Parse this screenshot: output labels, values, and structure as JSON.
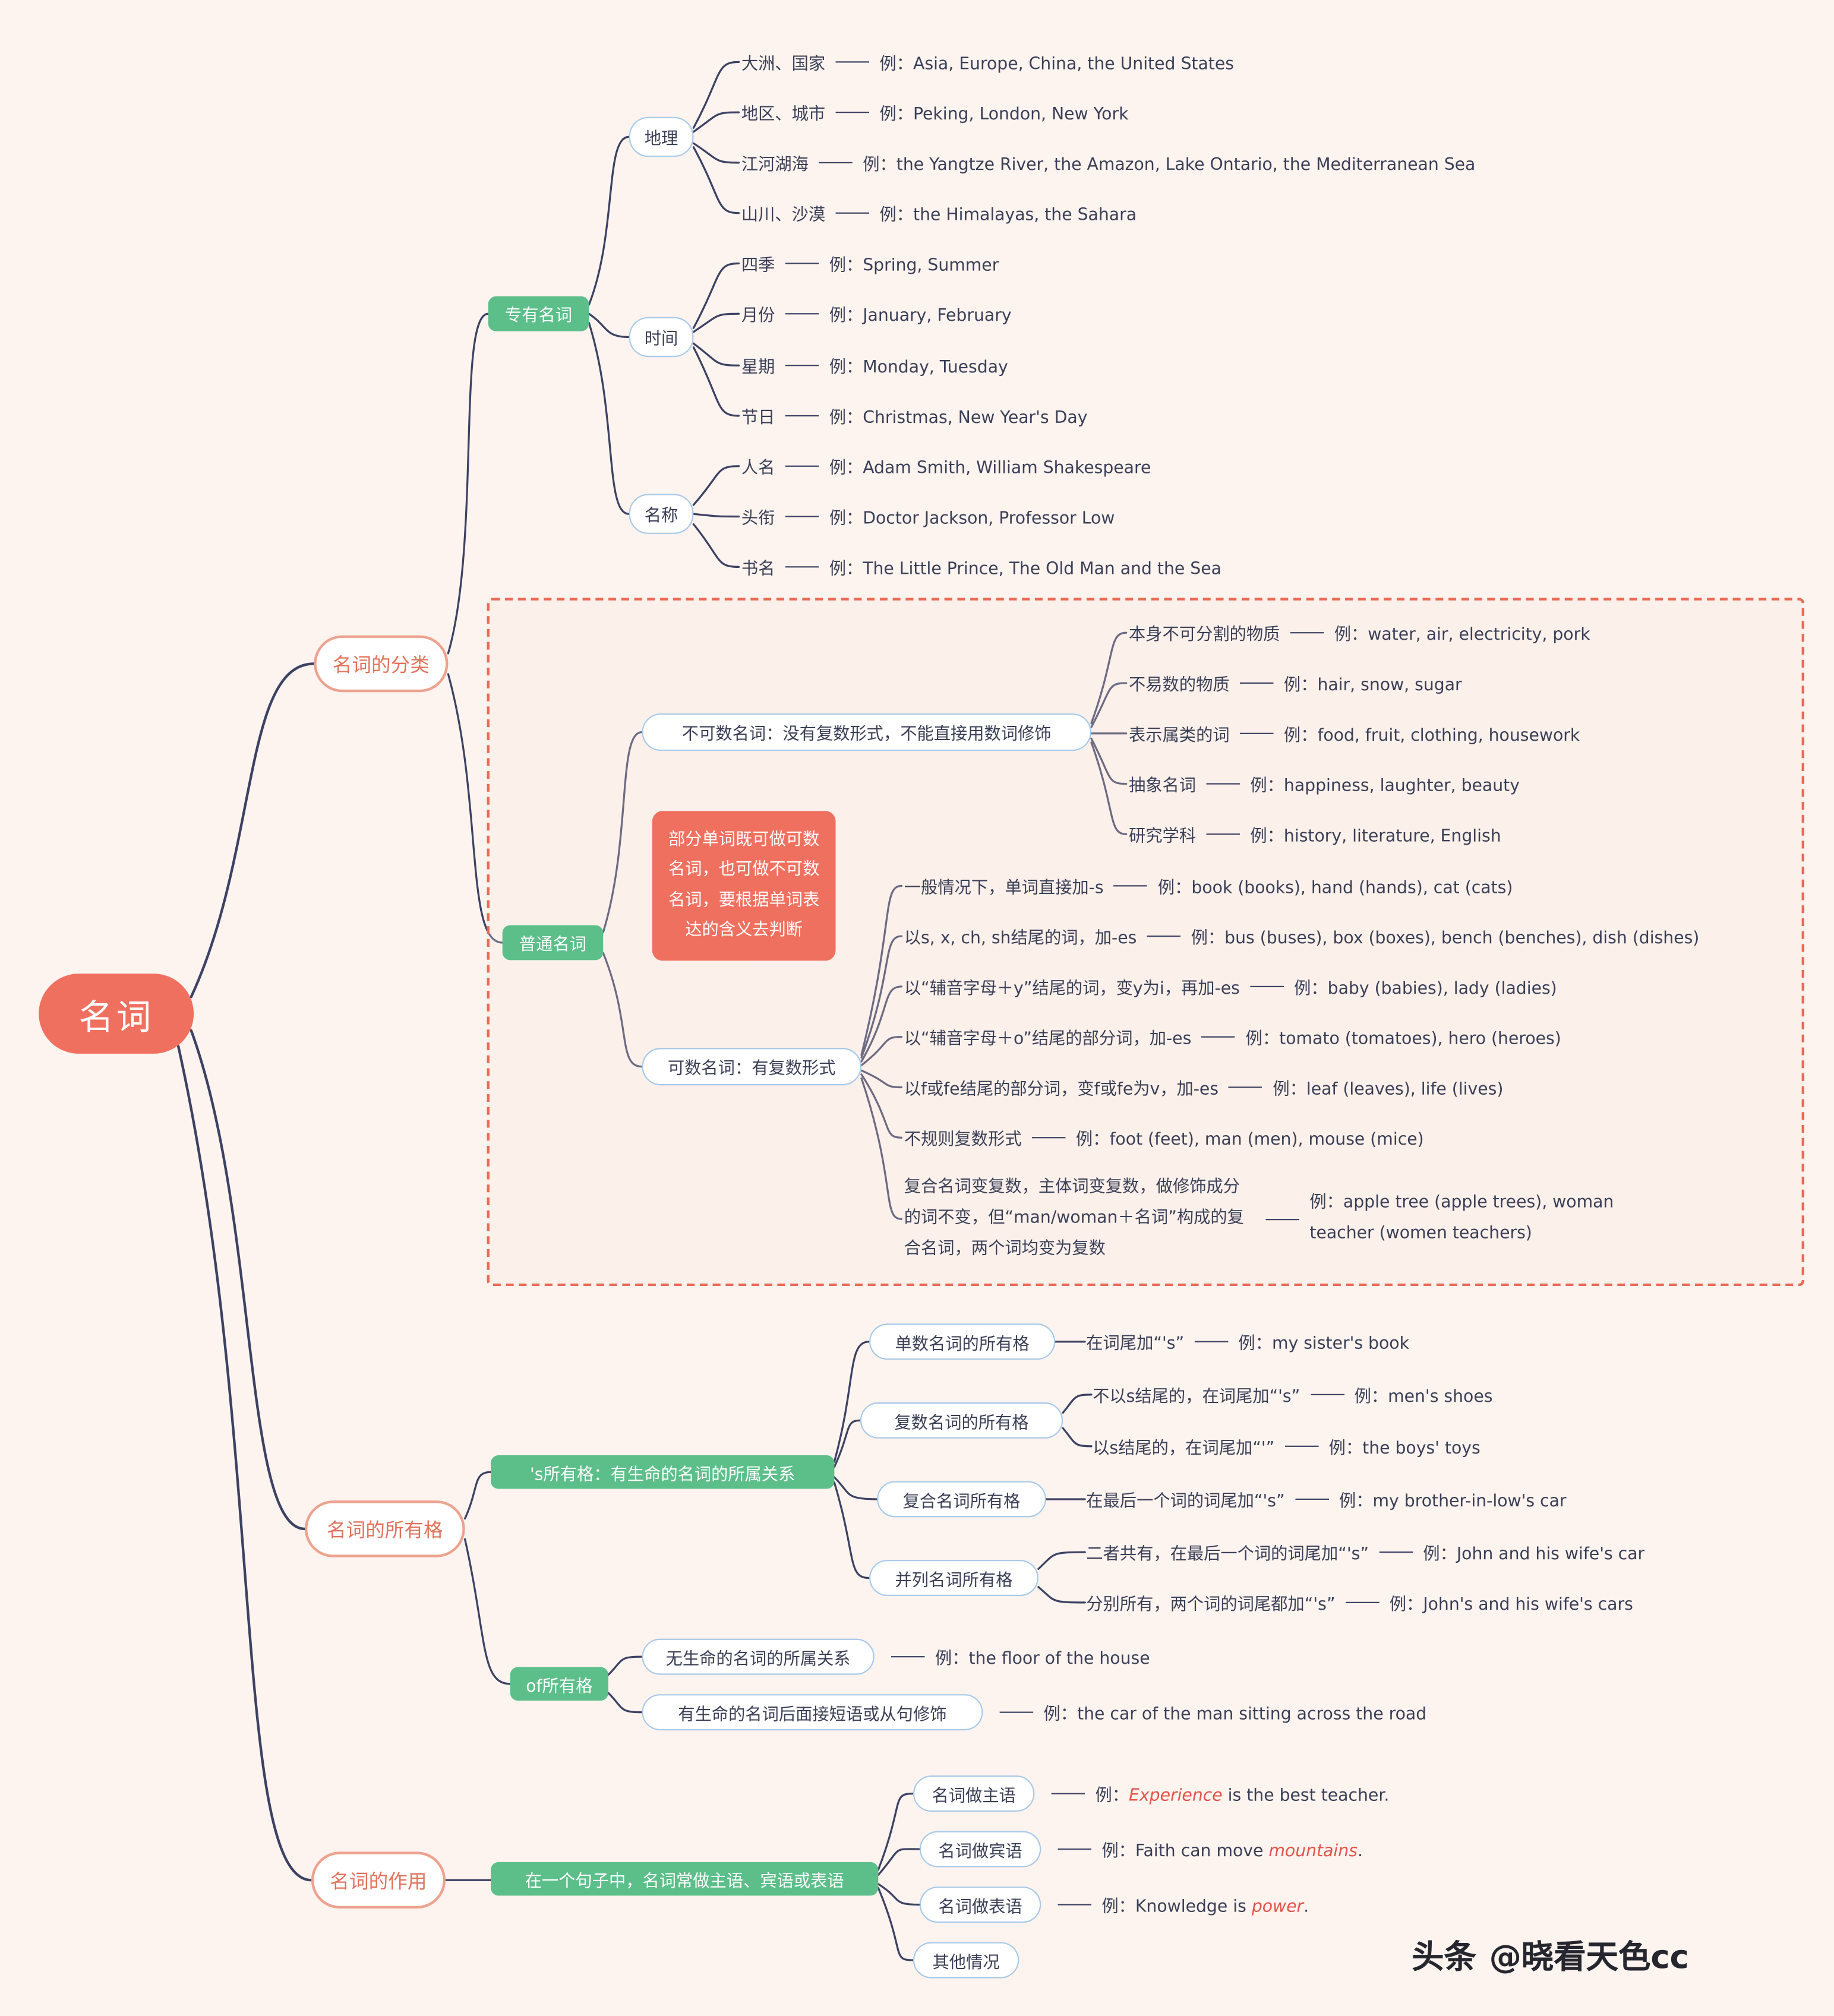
{
  "root": {
    "label": "名词"
  },
  "classification": {
    "label": "名词的分类",
    "proper": {
      "label": "专有名词",
      "groups": [
        {
          "label": "地理",
          "items": [
            {
              "label": "大洲、国家",
              "example": "例：Asia, Europe, China, the United States"
            },
            {
              "label": "地区、城市",
              "example": "例：Peking, London, New York"
            },
            {
              "label": "江河湖海",
              "example": "例：the Yangtze River, the Amazon, Lake Ontario, the Mediterranean Sea"
            },
            {
              "label": "山川、沙漠",
              "example": "例：the Himalayas, the Sahara"
            }
          ]
        },
        {
          "label": "时间",
          "items": [
            {
              "label": "四季",
              "example": "例：Spring, Summer"
            },
            {
              "label": "月份",
              "example": "例：January, February"
            },
            {
              "label": "星期",
              "example": "例：Monday, Tuesday"
            },
            {
              "label": "节日",
              "example": "例：Christmas, New Year's Day"
            }
          ]
        },
        {
          "label": "名称",
          "items": [
            {
              "label": "人名",
              "example": "例：Adam Smith, William Shakespeare"
            },
            {
              "label": "头衔",
              "example": "例：Doctor Jackson, Professor Low"
            },
            {
              "label": "书名",
              "example": "例：The Little Prince, The Old Man and the Sea"
            }
          ]
        }
      ]
    },
    "common": {
      "label": "普通名词",
      "note": "部分单词既可做可数名词，也可做不可数名词，要根据单词表达的含义去判断",
      "uncountable": {
        "label": "不可数名词：没有复数形式，不能直接用数词修饰",
        "items": [
          {
            "label": "本身不可分割的物质",
            "example": "例：water, air, electricity, pork"
          },
          {
            "label": "不易数的物质",
            "example": "例：hair, snow, sugar"
          },
          {
            "label": "表示属类的词",
            "example": "例：food, fruit, clothing, housework"
          },
          {
            "label": "抽象名词",
            "example": "例：happiness, laughter, beauty"
          },
          {
            "label": "研究学科",
            "example": "例：history, literature, English"
          }
        ]
      },
      "countable": {
        "label": "可数名词：有复数形式",
        "items": [
          {
            "label": "一般情况下，单词直接加-s",
            "example": "例：book (books), hand (hands), cat (cats)"
          },
          {
            "label": "以s, x, ch, sh结尾的词，加-es",
            "example": "例：bus (buses), box (boxes), bench (benches), dish (dishes)"
          },
          {
            "label": "以“辅音字母＋y”结尾的词，变y为i，再加-es",
            "example": "例：baby (babies), lady (ladies)"
          },
          {
            "label": "以“辅音字母＋o”结尾的部分词，加-es",
            "example": "例：tomato (tomatoes), hero (heroes)"
          },
          {
            "label": "以f或fe结尾的部分词，变f或fe为v，加-es",
            "example": "例：leaf (leaves), life (lives)"
          },
          {
            "label": "不规则复数形式",
            "example": "例：foot (feet), man (men), mouse (mice)"
          },
          {
            "label": "复合名词变复数，主体词变复数，做修饰成分的词不变，但“man/woman＋名词”构成的复合名词，两个词均变为复数",
            "example": "例：apple tree (apple trees), woman teacher (women teachers)"
          }
        ]
      }
    }
  },
  "possessive": {
    "label": "名词的所有格",
    "s_form": {
      "label": "'s所有格：有生命的名词的所属关系",
      "groups": [
        {
          "label": "单数名词的所有格",
          "rules": [
            {
              "rule": "在词尾加“'s”",
              "example": "例：my sister's book"
            }
          ]
        },
        {
          "label": "复数名词的所有格",
          "rules": [
            {
              "rule": "不以s结尾的，在词尾加“'s”",
              "example": "例：men's shoes"
            },
            {
              "rule": "以s结尾的，在词尾加“'”",
              "example": "例：the boys' toys"
            }
          ]
        },
        {
          "label": "复合名词所有格",
          "rules": [
            {
              "rule": "在最后一个词的词尾加“'s”",
              "example": "例：my brother-in-low's car"
            }
          ]
        },
        {
          "label": "并列名词所有格",
          "rules": [
            {
              "rule": "二者共有，在最后一个词的词尾加“'s”",
              "example": "例：John and his wife's car"
            },
            {
              "rule": "分别所有，两个词的词尾都加“'s”",
              "example": "例：John's and his wife's cars"
            }
          ]
        }
      ]
    },
    "of_form": {
      "label": "of所有格",
      "groups": [
        {
          "label": "无生命的名词的所属关系",
          "example": "例：the floor of the house"
        },
        {
          "label": "有生命的名词后面接短语或从句修饰",
          "example": "例：the car of the man sitting across the road"
        }
      ]
    }
  },
  "usage": {
    "label": "名词的作用",
    "rule_label": "在一个句子中，名词常做主语、宾语或表语",
    "cases": [
      {
        "label": "名词做主语",
        "prefix": "例：",
        "highlight": "Experience",
        "suffix": " is the best teacher."
      },
      {
        "label": "名词做宾语",
        "prefix": "例：Faith can move ",
        "highlight": "mountains",
        "suffix": "."
      },
      {
        "label": "名词做表语",
        "prefix": "例：Knowledge is ",
        "highlight": "power",
        "suffix": "."
      },
      {
        "label": "其他情况"
      }
    ]
  },
  "watermark": {
    "brand": "头条",
    "handle": "@晓看天色cc"
  }
}
